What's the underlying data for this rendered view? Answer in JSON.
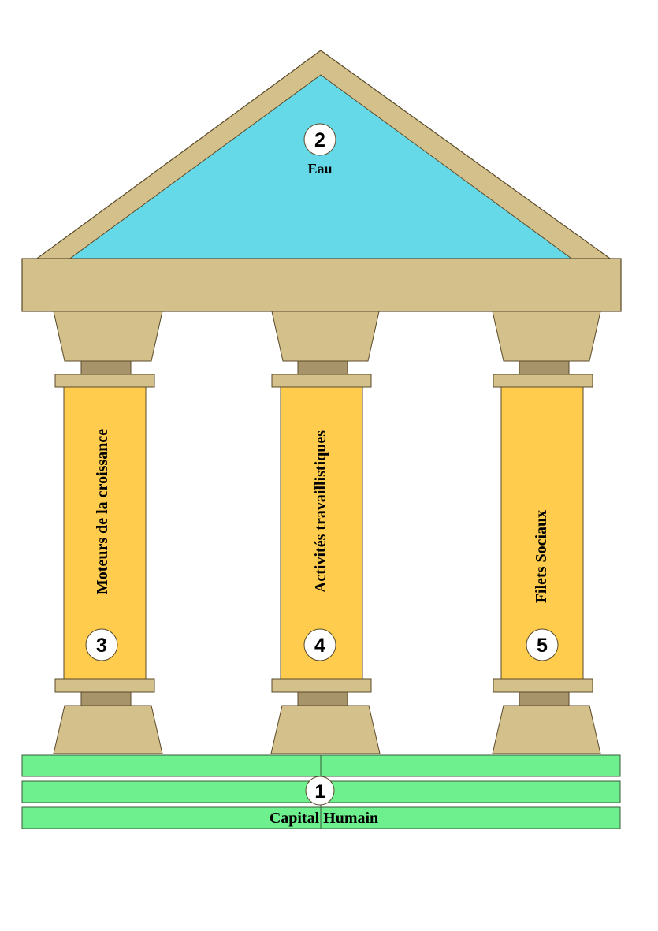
{
  "pediment": {
    "number": "2",
    "label": "Eau"
  },
  "pillars": [
    {
      "number": "3",
      "label": "Moteurs de la croissance"
    },
    {
      "number": "4",
      "label": "Activités travaillistiques"
    },
    {
      "number": "5",
      "label": "Filets Sociaux"
    }
  ],
  "foundation": {
    "number": "1",
    "label": "Capital Humain"
  },
  "colors": {
    "roof_frame": "#d4c08a",
    "roof_fill": "#66d9e8",
    "pillar_fill": "#ffcc4d",
    "stone": "#d4c08a",
    "dark_stone": "#a8946a",
    "foundation": "#6ef08e",
    "outline": "#5a4a2a"
  }
}
